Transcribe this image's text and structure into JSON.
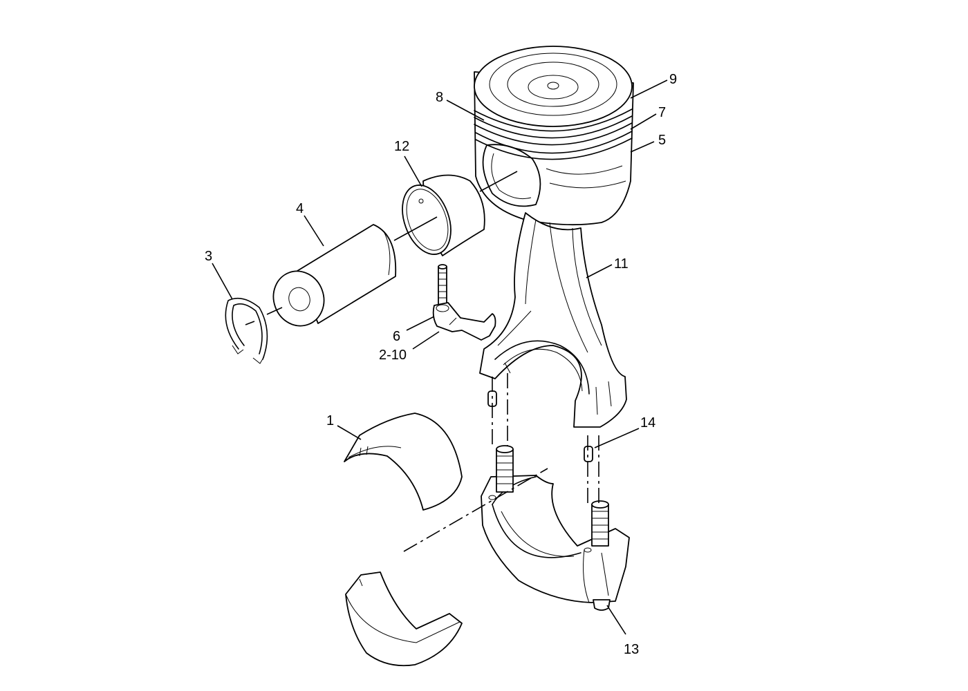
{
  "callouts": {
    "c1": "1",
    "c2_10": "2-10",
    "c3": "3",
    "c4": "4",
    "c5": "5",
    "c6": "6",
    "c7": "7",
    "c8": "8",
    "c9": "9",
    "c11": "11",
    "c12": "12",
    "c13": "13",
    "c14": "14"
  }
}
